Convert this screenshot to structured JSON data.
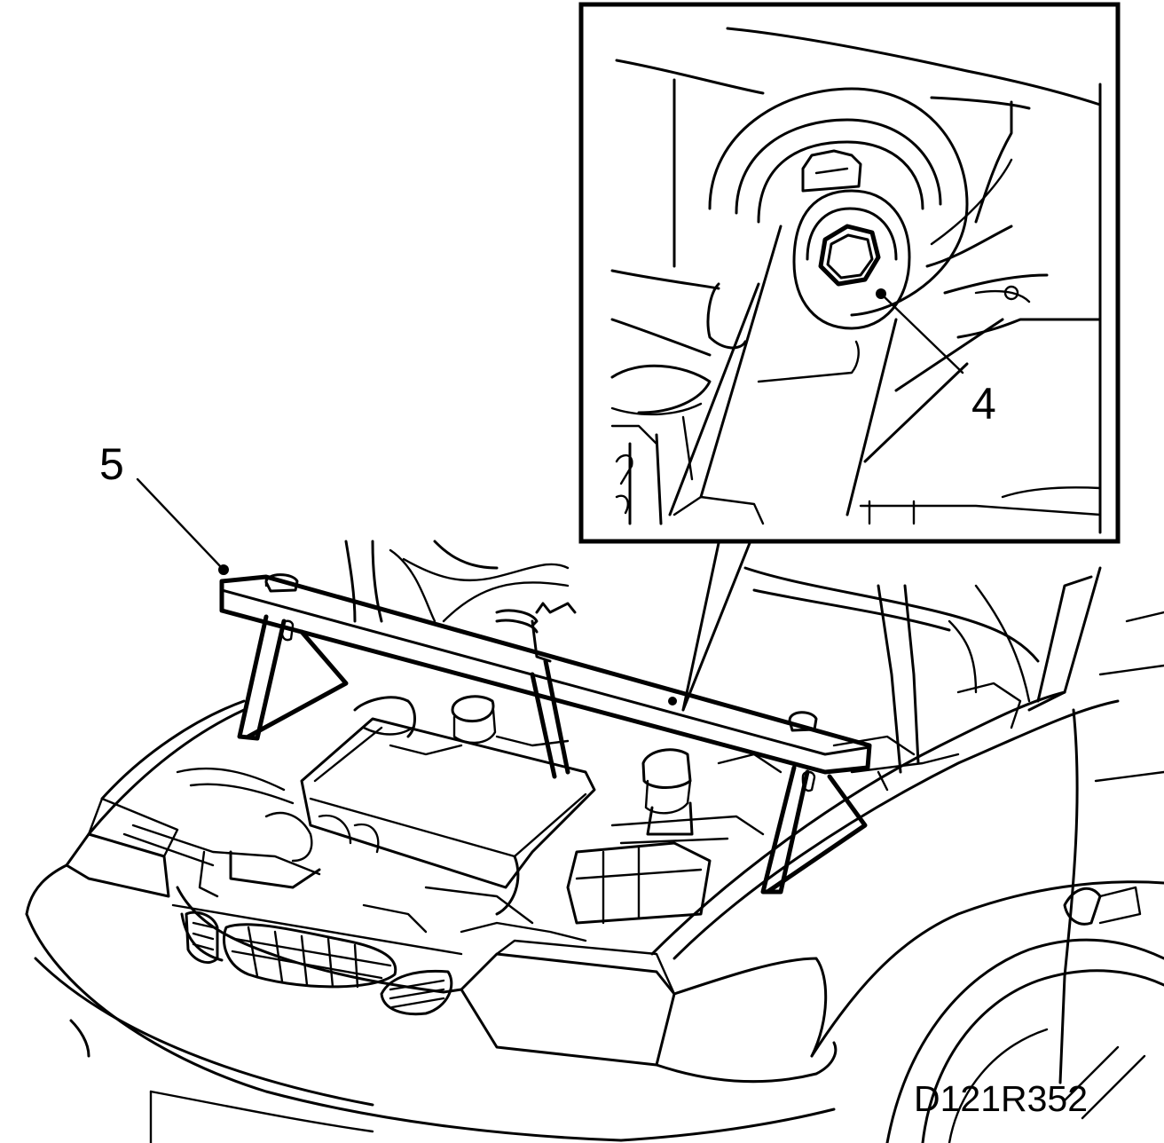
{
  "callouts": [
    {
      "id": "5",
      "label": "5",
      "item": "bracket-crossbar-tool"
    },
    {
      "id": "4",
      "label": "4",
      "item": "engine-mount-nut"
    }
  ],
  "figure_id": "D121R352",
  "colors": {
    "line": "#000000",
    "background": "#ffffff"
  }
}
